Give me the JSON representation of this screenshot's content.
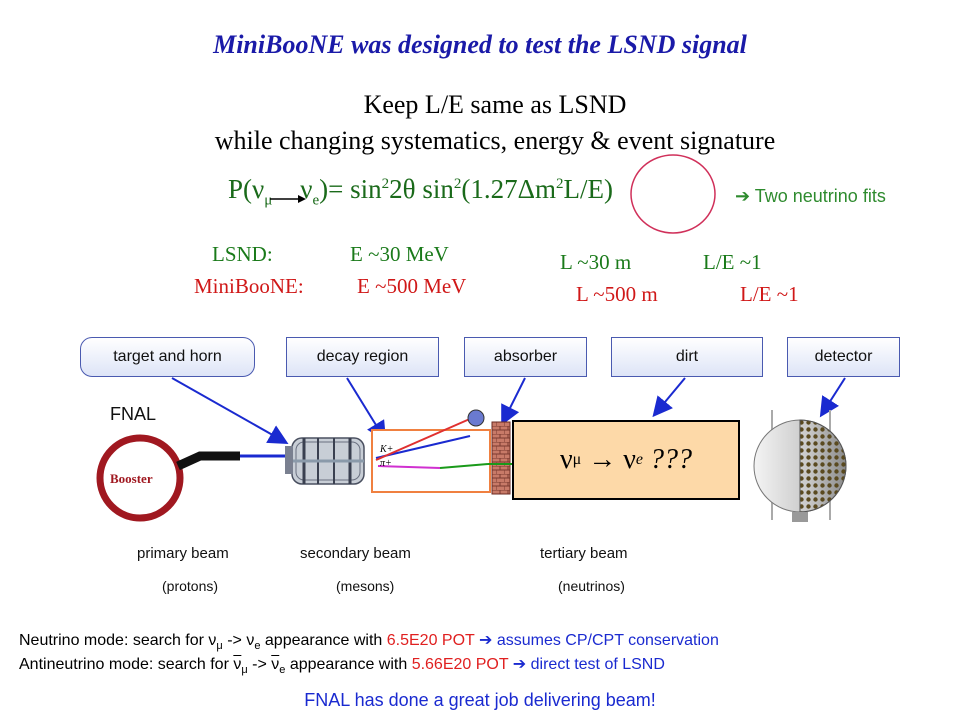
{
  "title": "MiniBooNE was designed to test the LSND signal",
  "subtitle_line1": "Keep L/E same as LSND",
  "subtitle_line2": "while changing systematics, energy & event signature",
  "formula": {
    "p_open": "P(ν",
    "mu_sub": "μ",
    "arrow_space": " ",
    "nu": "ν",
    "e_sub": "e",
    "eq": ")= sin",
    "sup2a": "2",
    "two_theta": "2θ sin",
    "sup2b": "2",
    "paren": "(1.27Δm",
    "sup2c": "2",
    "tail": "L/E)"
  },
  "fits_label": "➔ Two neutrino fits",
  "comparison": {
    "lsnd_label": "LSND:",
    "lsnd_energy": "E ~30 MeV",
    "mb_label": "MiniBooNE:",
    "mb_energy": "E ~500 MeV",
    "lsnd_L": "L ~30 m",
    "lsnd_LE": "L/E ~1",
    "mb_L": "L ~500 m",
    "mb_LE": "L/E ~1"
  },
  "component_boxes": [
    "target and horn",
    "decay region",
    "absorber",
    "dirt",
    "detector"
  ],
  "fnal_label": "FNAL",
  "booster_label": "Booster",
  "meson_labels": {
    "kaon": "K+",
    "pion": "π+"
  },
  "oscillation": {
    "nu1": "ν",
    "mu_sub": "μ",
    "arrow": " → ",
    "nu2": "ν",
    "e_sub": "e",
    "q": " ???"
  },
  "beams": [
    {
      "label": "primary beam",
      "sub": "(protons)",
      "color": "#e02020"
    },
    {
      "label": "secondary beam",
      "sub": "(mesons)",
      "color": "#2020d0"
    },
    {
      "label": "tertiary beam",
      "sub": "(neutrinos)",
      "color": "#1a9a1a"
    }
  ],
  "neutrino_mode": {
    "prefix": "Neutrino mode: search for ν",
    "mu": "μ",
    "mid": " -> ν",
    "e": "e",
    "after": " appearance with ",
    "pot": "6.5E20 POT",
    "arrow": " ➔ ",
    "result": "assumes CP/CPT conservation"
  },
  "antineutrino_mode": {
    "prefix": "Antineutrino mode: search for ",
    "nubar1": "ν",
    "mu": "μ",
    "mid": " -> ",
    "nubar2": "ν",
    "e": "e",
    "after": " appearance with ",
    "pot": "5.66E20 POT",
    "arrow": " ➔ ",
    "result": "direct test of LSND"
  },
  "footer": "FNAL has done a great job delivering beam!",
  "colors": {
    "title": "#1a1aa8",
    "formula": "#1a6a1a",
    "red": "#d01818",
    "blue": "#1a2ad0",
    "box_border": "#4a5ab0",
    "booster": "#a01820",
    "detector_box": "#fdd9a8"
  }
}
